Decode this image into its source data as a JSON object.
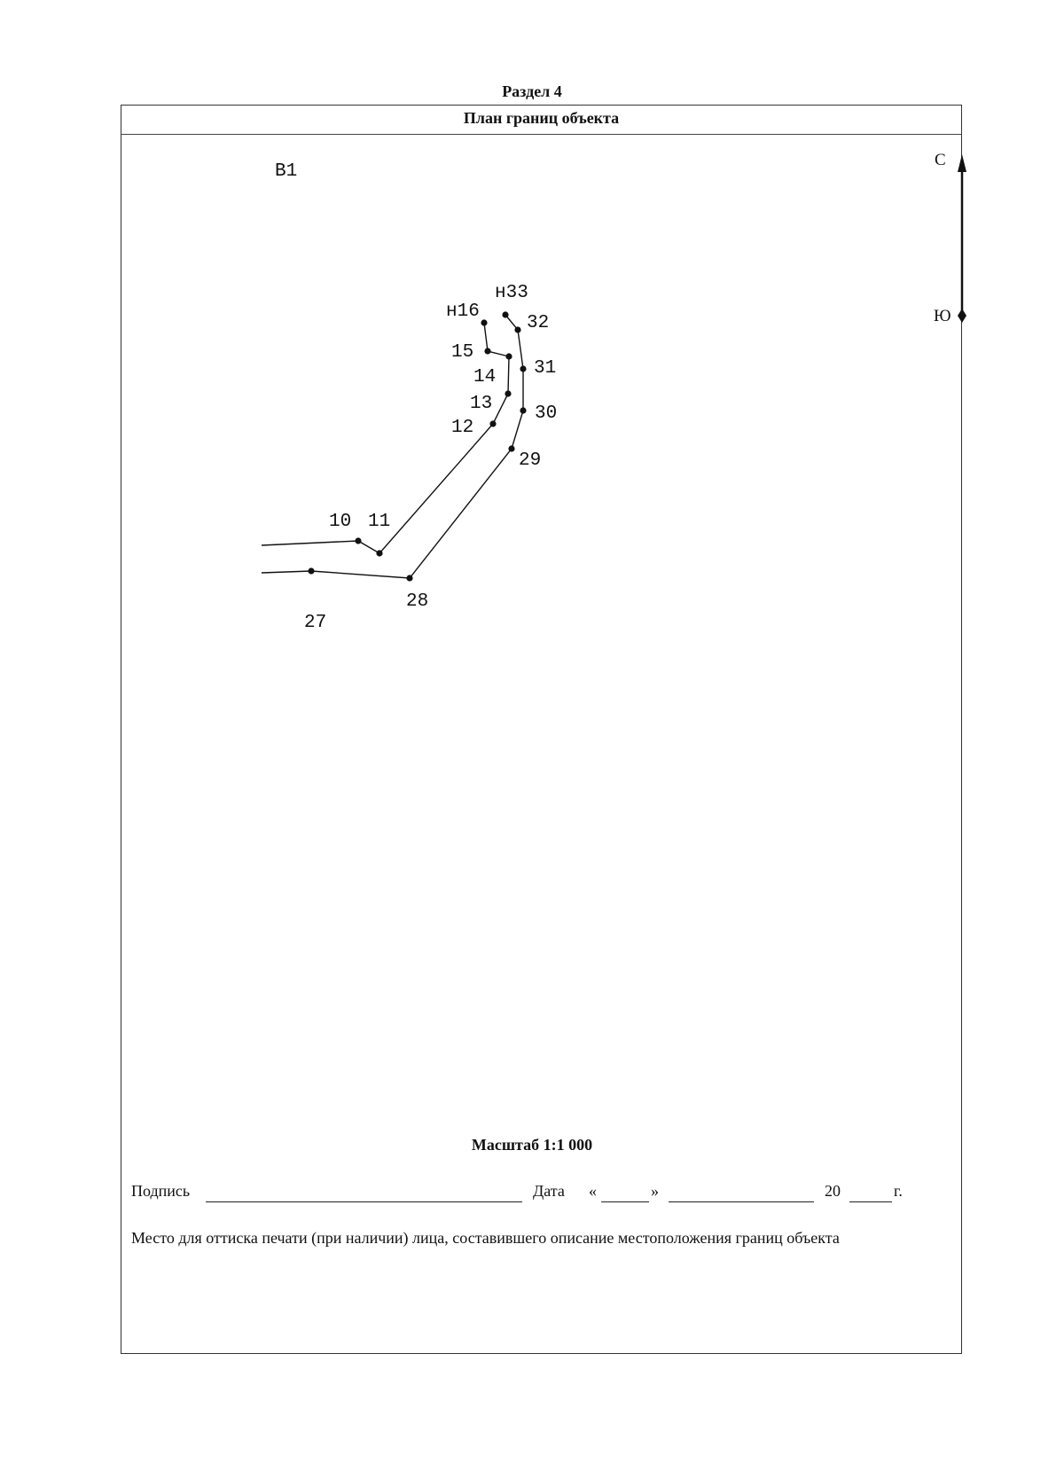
{
  "section_title": "Раздел 4",
  "header_title": "План границ объекта",
  "sheet_label": "В1",
  "compass": {
    "north": "С",
    "south": "Ю"
  },
  "points": [
    {
      "label": "н16"
    },
    {
      "label": "15"
    },
    {
      "label": "14"
    },
    {
      "label": "13"
    },
    {
      "label": "12"
    },
    {
      "label": "11"
    },
    {
      "label": "10"
    },
    {
      "label": "н33"
    },
    {
      "label": "32"
    },
    {
      "label": "31"
    },
    {
      "label": "30"
    },
    {
      "label": "29"
    },
    {
      "label": "28"
    },
    {
      "label": "27"
    }
  ],
  "scale_text": "Масштаб 1:1 000",
  "signature": {
    "label": "Подпись",
    "date_label": "Дата",
    "quote_open": "«",
    "quote_close": "»",
    "year_prefix": "20",
    "year_suffix": "г."
  },
  "stamp_text": "Место для оттиска печати (при наличии) лица, составившего описание местоположения границ объекта"
}
